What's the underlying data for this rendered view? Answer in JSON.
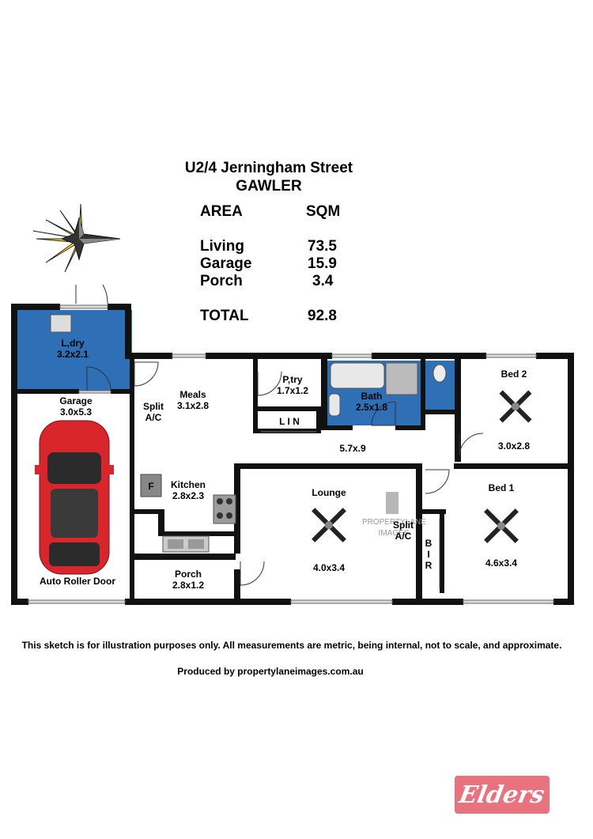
{
  "header": {
    "address": "U2/4 Jerningham Street",
    "suburb": "GAWLER"
  },
  "area_table": {
    "col_area": "AREA",
    "col_sqm": "SQM",
    "rows": [
      {
        "label": "Living",
        "value": "73.5"
      },
      {
        "label": "Garage",
        "value": "15.9"
      },
      {
        "label": "Porch",
        "value": "3.4"
      }
    ],
    "total_label": "TOTAL",
    "total_value": "92.8"
  },
  "rooms": {
    "laundry": {
      "name": "L,dry",
      "size": "3.2x2.1"
    },
    "garage": {
      "name": "Garage",
      "size": "3.0x5.3"
    },
    "garage_door": "Auto Roller Door",
    "meals": {
      "name": "Meals",
      "size": "3.1x2.8"
    },
    "split_ac_1": "Split",
    "split_ac_1b": "A/C",
    "pantry": {
      "name": "P,try",
      "size": "1.7x1.2"
    },
    "linen": "L I N",
    "bath": {
      "name": "Bath",
      "size": "2.5x1.8"
    },
    "bed2": {
      "name": "Bed 2",
      "size": "3.0x2.8"
    },
    "hall": {
      "size": "5.7x.9"
    },
    "kitchen": {
      "name": "Kitchen",
      "size": "2.8x2.3"
    },
    "fridge": "F",
    "lounge": {
      "name": "Lounge",
      "size": "4.0x3.4"
    },
    "split_ac_2": "Split",
    "split_ac_2b": "A/C",
    "bed1": {
      "name": "Bed 1",
      "size": "4.6x3.4"
    },
    "bir": "B\nI\nR",
    "porch": {
      "name": "Porch",
      "size": "2.8x1.2"
    }
  },
  "watermark": {
    "line1": "PROPERTYLANE",
    "line2": "IMAGES"
  },
  "footer": {
    "disclaimer": "This sketch is for illustration purposes only.  All measurements are metric, being internal, not to scale, and approximate.",
    "credit": "Produced by propertylaneimages.com.au"
  },
  "logo": {
    "text": "Elders",
    "color": "#e8737f"
  },
  "colors": {
    "wet_area": "#2e6fb5",
    "wall": "#111111",
    "car": "#d9262c"
  }
}
